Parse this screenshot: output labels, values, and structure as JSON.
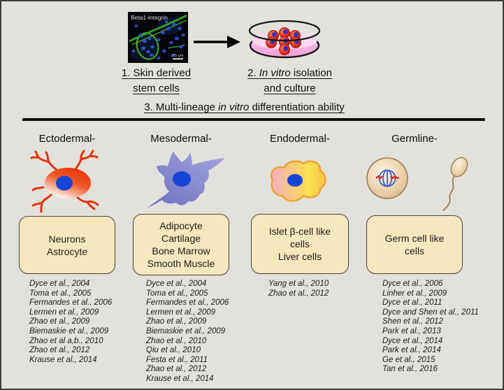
{
  "figure": {
    "micrograph": {
      "label": "Beta1-integrin",
      "scale_bar": "25 μm"
    },
    "steps": {
      "step1": {
        "line1": "1. Skin derived",
        "line2": "stem cells"
      },
      "step2": {
        "prefix": "2. ",
        "italic": "In vitro",
        "suffix": " isolation",
        "line2": "and culture"
      },
      "step3": {
        "prefix": "3. Multi-lineage ",
        "italic": "in vitro",
        "suffix": " differentiation ability"
      }
    },
    "columns": [
      {
        "label": "Ectodermal-",
        "icon": "neuron-cell",
        "cell_types": [
          "Neurons",
          "Astrocyte"
        ],
        "references": [
          "Dyce et al., 2004",
          "Toma et al., 2005",
          "Fermandes et al., 2006",
          "Lermen et al., 2009",
          "Zhao et al., 2009",
          "Biemaskie et al., 2009",
          "Zhao et al a,b., 2010",
          "Zhao et al., 2012",
          "Krause et al., 2014"
        ]
      },
      {
        "label": "Mesodermal-",
        "icon": "fibroblast-cell",
        "cell_types": [
          "Adipocyte",
          "Cartilage",
          "Bone Marrow",
          "Smooth Muscle"
        ],
        "references": [
          "Dyce et al., 2004",
          "Toma et al., 2005",
          "Fermandes et al., 2006",
          "Lermen et al., 2009",
          "Zhao et al., 2009",
          "Biemaskie et al., 2009",
          "Zhao et al., 2010",
          "Qiu et al., 2010",
          "Festa et al., 2011",
          "Zhao et al., 2012",
          "Krause et al., 2014"
        ]
      },
      {
        "label": "Endodermal-",
        "icon": "islet-cell",
        "cell_types": [
          "Islet β-cell like cells",
          "Liver cells"
        ],
        "references": [
          "Yang et al., 2010",
          "Zhao et al., 2012"
        ]
      },
      {
        "label": "Germline-",
        "icon": "oocyte-and-sperm",
        "cell_types": [
          "Germ cell like cells"
        ],
        "references": [
          "Dyce et al., 2006",
          "Linher et al., 2009",
          "Dyce et al., 2011",
          "Dyce and Shen et al., 2011",
          "Shen et al., 2012",
          "Park et al., 2013",
          "Dyce et al., 2014",
          "Park et al., 2014",
          "Ge et al., 2015",
          "Tan et al., 2016"
        ]
      }
    ],
    "colors": {
      "background": "#E3E1DB",
      "box_fill": "#F7E7BF",
      "box_border": "#45453C",
      "dish_pink": "#F5AEDF",
      "neuron_red": "#E5330C",
      "mesoderm_blue": "#8B8DD0",
      "endoderm_yellow": "#FCE24E",
      "endoderm_pink": "#F5AEC6",
      "germ_tan": "#DDBE97",
      "nucleus_blue": "#1545D6"
    }
  }
}
